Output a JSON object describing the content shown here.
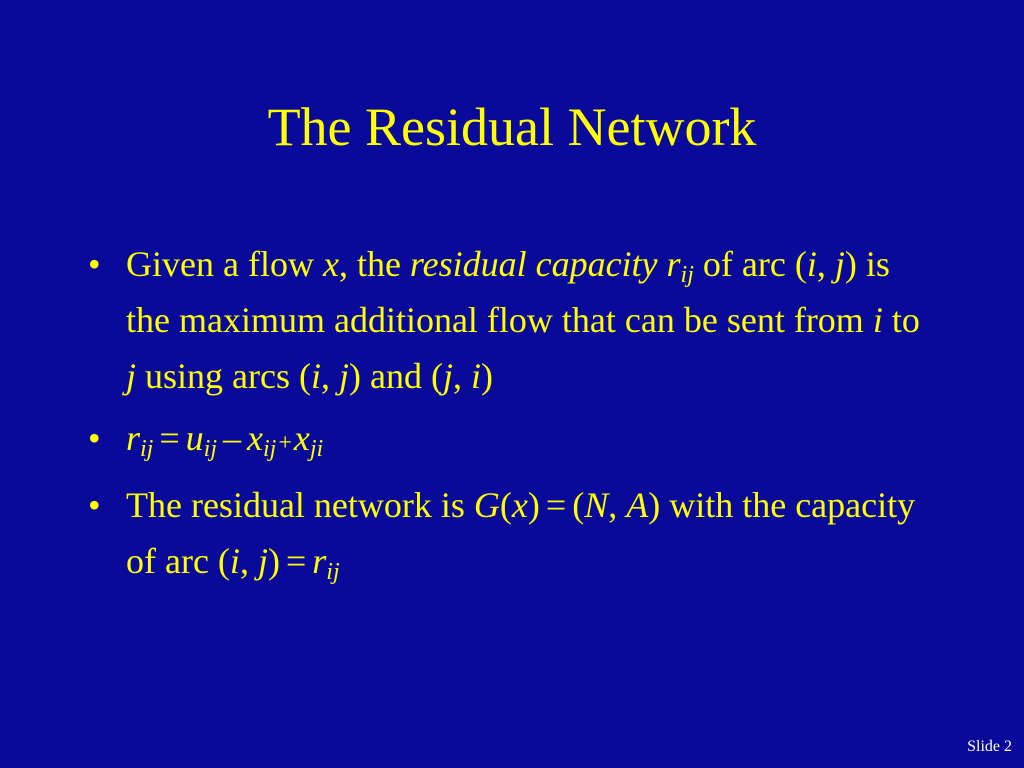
{
  "slide": {
    "title": "The Residual Network",
    "slide_number_label": "Slide 2"
  },
  "bullets": [
    {
      "marker": "•",
      "p1": "Given a flow ",
      "x": "x",
      "p2": ", the ",
      "term": "residual capacity",
      "p3": " ",
      "r": "r",
      "r_sub": "ij",
      "p4": " of arc (",
      "i1": "i",
      "p5": ", ",
      "j1": "j",
      "p6": ") is the maximum additional flow that can be sent from ",
      "i2": "i",
      "p7": " to ",
      "j2": "j",
      "p8": " using arcs (",
      "i3": "i",
      "p9": ", ",
      "j3": "j",
      "p10": ") and (",
      "j4": "j",
      "p11": ", ",
      "i4": "i",
      "p12": ")"
    },
    {
      "marker": "•",
      "r": "r",
      "r_sub": "ij",
      "eq": "=",
      "u": "u",
      "u_sub": "ij",
      "minus": "–",
      "x1": "x",
      "x1_sub": "ij",
      "plus": "+",
      "x2": "x",
      "x2_sub": "ji"
    },
    {
      "marker": "•",
      "p1": "The residual network is ",
      "G": "G",
      "p2": "(",
      "x": "x",
      "p3": ")",
      "eq1": "=",
      "p4": "(",
      "N": "N",
      "p5": ", ",
      "A": "A",
      "p6": ") with the capacity of arc (",
      "i": "i",
      "p7": ", ",
      "j": "j",
      "p8": ")",
      "eq2": "=",
      "r": "r",
      "r_sub": "ij"
    }
  ]
}
